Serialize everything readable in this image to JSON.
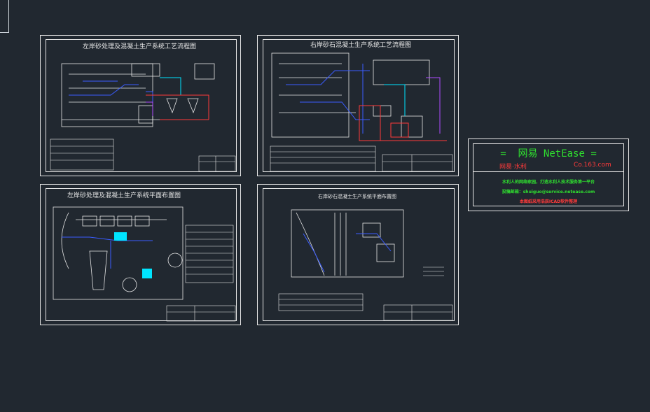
{
  "sheets": [
    {
      "title": "左岸砂处理及混凝土生产系统工艺流程图"
    },
    {
      "title": "右岸砂石混凝土生产系统工艺流程图"
    },
    {
      "title": "左岸砂处理及混凝土生产系统平面布置图"
    },
    {
      "title": "右岸砂石混凝土生产系统平面布置图"
    }
  ],
  "logo": {
    "line1": "=  网易 NetEase =",
    "line2_left": "网易·水利",
    "line2_right": "Co.163.com",
    "line3": "水利人的网络家园，打造水利人技术服务第一平台",
    "line4": "投稿邮箱：shuiguo@service.netease.com",
    "line5": "本图纸采用浩辰ICAD软件整理"
  },
  "colors": {
    "background": "#212830",
    "line": "#e6e6e6",
    "green": "#2fe02f",
    "red": "#ff3a3a",
    "blue": "#3a5cff",
    "cyan": "#00e5ff",
    "magenta": "#b04cff"
  }
}
